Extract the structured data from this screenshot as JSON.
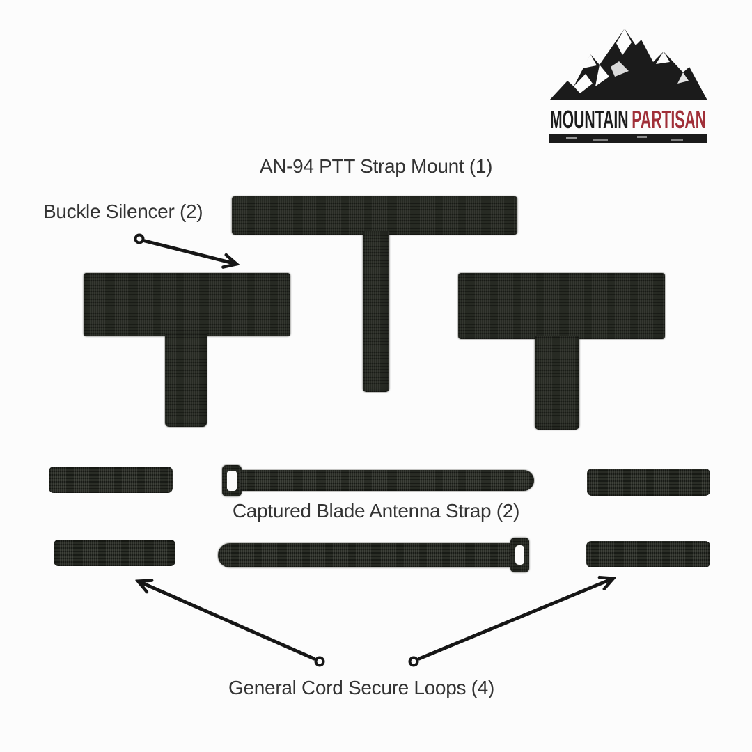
{
  "page": {
    "background_color": "#fcfcfc",
    "text_color": "#333333",
    "arrow_color": "#161616",
    "velcro_color": "#23261f"
  },
  "logo": {
    "brand_first": "MOUNTAIN",
    "brand_second": "PARTISAN",
    "brand_first_color": "#1b1b1b",
    "brand_second_color": "#a02f38"
  },
  "labels": {
    "ptt_mount": "AN-94 PTT Strap Mount (1)",
    "buckle_silencer": "Buckle Silencer (2)",
    "antenna_strap": "Captured Blade Antenna Strap (2)",
    "cord_loops": "General Cord Secure Loops (4)"
  }
}
